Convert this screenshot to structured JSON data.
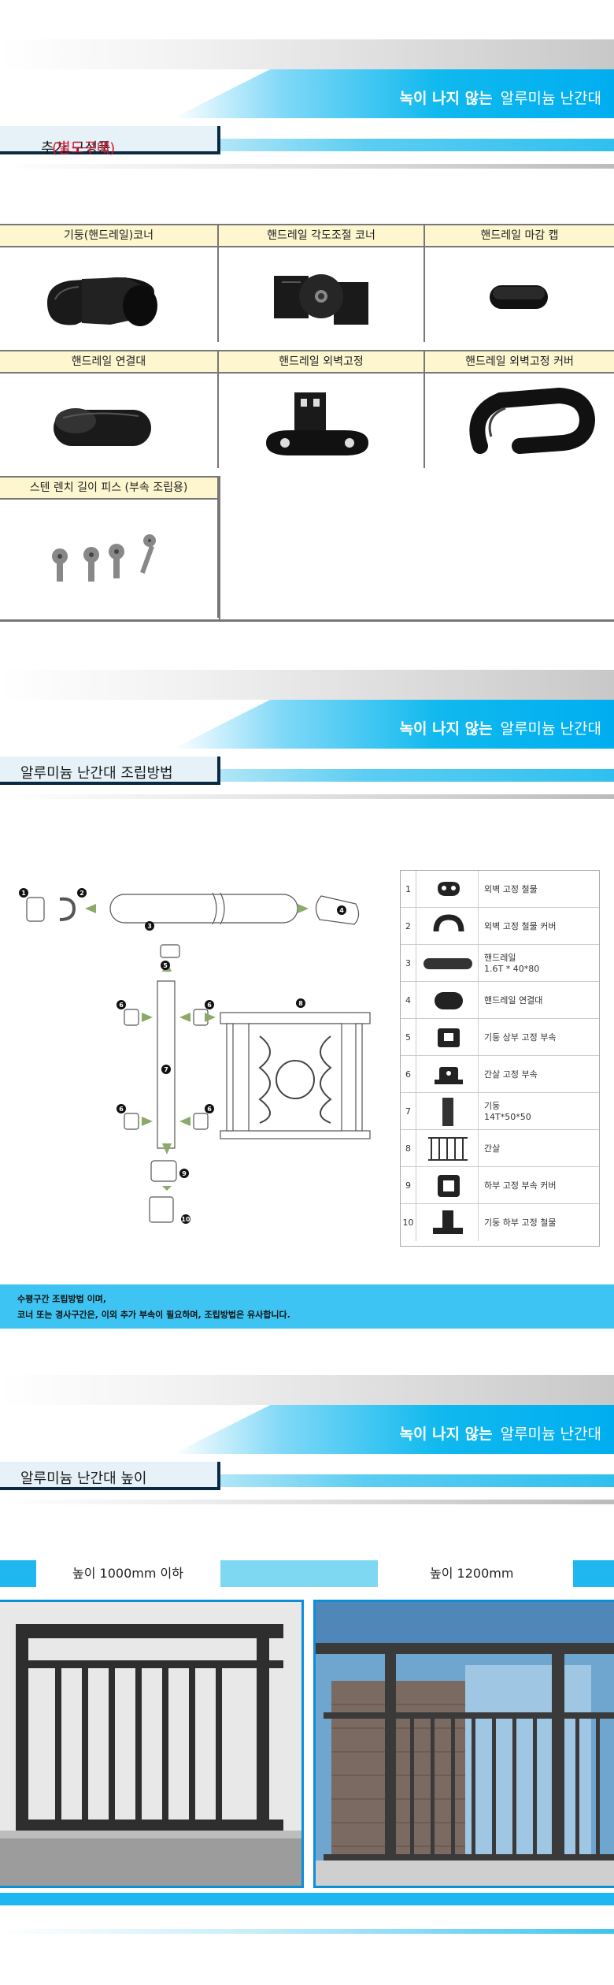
{
  "banner": {
    "slogan_bold": "녹이 나지 않는",
    "slogan_thin": "알루미늄 난간대"
  },
  "section1": {
    "title": "추가 구성품",
    "title_red": "(별도구매)",
    "parts": [
      {
        "label": "기둥(핸드레일)코너",
        "icon": "elbow-corner-icon"
      },
      {
        "label": "핸드레일 각도조절 코너",
        "icon": "angle-joint-icon"
      },
      {
        "label": "핸드레일 마감 캡",
        "icon": "end-cap-icon"
      },
      {
        "label": "핸드레일 연결대",
        "icon": "connector-icon"
      },
      {
        "label": "핸드레일 외벽고정",
        "icon": "wall-bracket-icon"
      },
      {
        "label": "핸드레일 외벽고정 커버",
        "icon": "bracket-cover-icon"
      },
      {
        "label": "스텐 렌치 길이 피스 (부속 조립용)",
        "icon": "screws-icon"
      }
    ]
  },
  "section2": {
    "title": "알루미늄 난간대 조립방법",
    "legend": [
      {
        "num": "1",
        "text": "외벽 고정 철물"
      },
      {
        "num": "2",
        "text": "외벽 고정 철물 커버"
      },
      {
        "num": "3",
        "text": "핸드레일\n1.6T * 40*80"
      },
      {
        "num": "4",
        "text": "핸드레일 연결대"
      },
      {
        "num": "5",
        "text": "기둥 상부 고정 부속"
      },
      {
        "num": "6",
        "text": "간살 고정 부속"
      },
      {
        "num": "7",
        "text": "기둥\n14T*50*50"
      },
      {
        "num": "8",
        "text": "간살"
      },
      {
        "num": "9",
        "text": "하부 고정 부속 커버"
      },
      {
        "num": "10",
        "text": "기둥 하부 고정 철물"
      }
    ],
    "diagram_numbers": [
      "1",
      "2",
      "3",
      "4",
      "5",
      "6",
      "6",
      "7",
      "8",
      "6",
      "6",
      "9",
      "10"
    ],
    "note_line1": "수평구간 조립방법 이며,",
    "note_line2": "코너 또는 경사구간은, 이외 추가 부속이 필요하며, 조립방법은 유사합니다."
  },
  "section3": {
    "title": "알루미늄 난간대 높이",
    "height_left": "높이 1000mm 이하",
    "height_right": "높이 1200mm"
  },
  "colors": {
    "cyan": "#00aef0",
    "navy": "#0a2a44",
    "red": "#e0142c",
    "label_bg": "#fdf6cf"
  }
}
